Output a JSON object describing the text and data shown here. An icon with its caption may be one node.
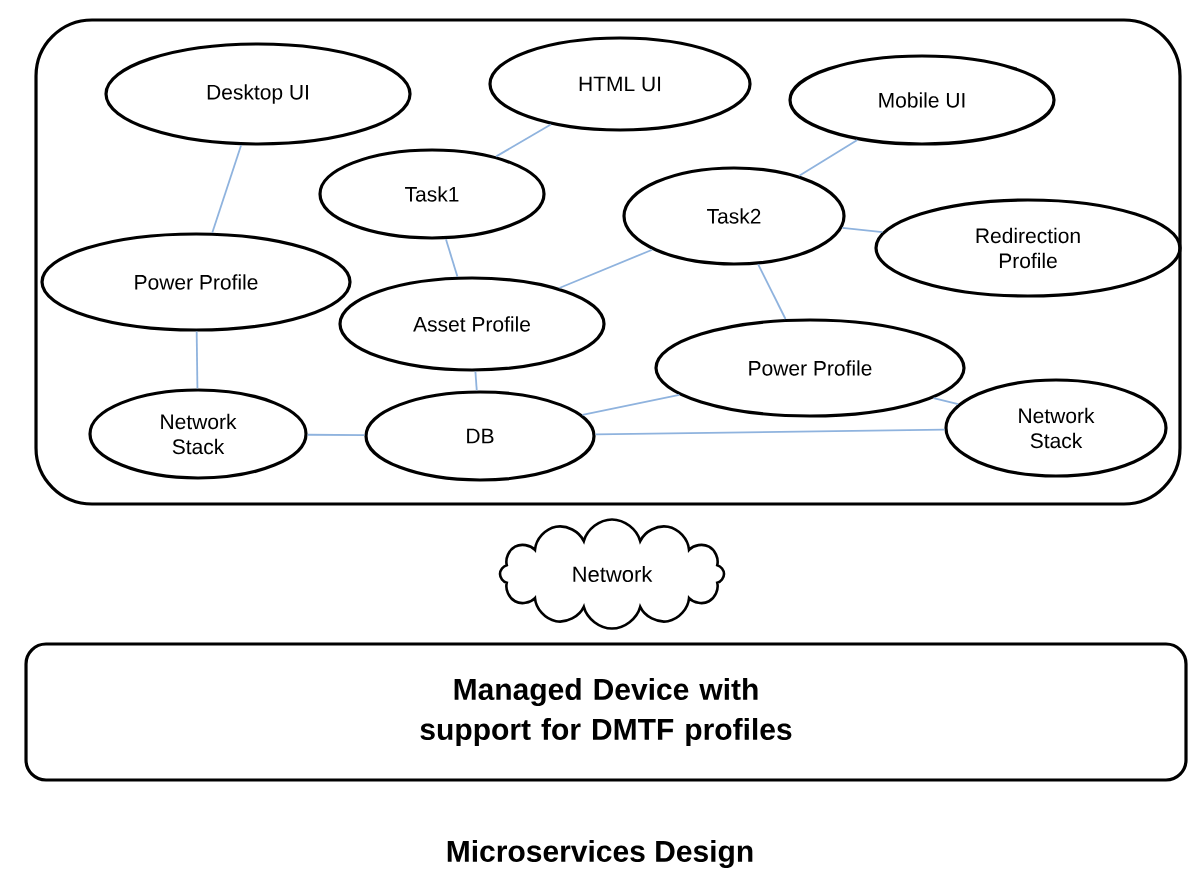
{
  "diagram": {
    "caption": "Microservices Design",
    "nodes": [
      {
        "text": [],
        "shape": "box"
      },
      {
        "text": [
          "Desktop UI"
        ],
        "in": 0
      },
      {
        "text": [
          "HTML UI"
        ],
        "in": 0
      },
      {
        "text": [
          "Mobile UI"
        ],
        "in": 0
      },
      {
        "text": [
          "Task1"
        ],
        "in": 0
      },
      {
        "text": [
          "Task2"
        ],
        "in": 0
      },
      {
        "text": [
          "Redirection Profile"
        ],
        "in": 0
      },
      {
        "text": [
          "Power Profile"
        ],
        "in": 0
      },
      {
        "text": [
          "Asset Profile"
        ],
        "in": 0
      },
      {
        "text": [
          "Power Profile"
        ],
        "in": 0
      },
      {
        "text": [
          "Network Stack"
        ],
        "in": 0
      },
      {
        "text": [
          "DB"
        ],
        "in": 0
      },
      {
        "text": [
          "Network Stack"
        ],
        "in": 0
      },
      {
        "text": [
          "Network"
        ]
      },
      {
        "text": [
          "Managed Device with support for DMTF profiles"
        ]
      }
    ],
    "edges": [
      {
        "from": 1,
        "to": 7,
        "arrow": "none"
      },
      {
        "from": 2,
        "to": 4,
        "arrow": "none"
      },
      {
        "from": 4,
        "to": 8,
        "arrow": "none"
      },
      {
        "from": 3,
        "to": 5,
        "arrow": "none"
      },
      {
        "from": 5,
        "to": 6,
        "arrow": "none"
      },
      {
        "from": 5,
        "to": 8,
        "arrow": "none"
      },
      {
        "from": 5,
        "to": 9,
        "arrow": "none"
      },
      {
        "from": 7,
        "to": 10,
        "arrow": "none"
      },
      {
        "from": 10,
        "to": 11,
        "arrow": "none"
      },
      {
        "from": 8,
        "to": 11,
        "arrow": "none"
      },
      {
        "from": 11,
        "to": 9,
        "arrow": "none"
      },
      {
        "from": 11,
        "to": 12,
        "arrow": "none"
      },
      {
        "from": 9,
        "to": 12,
        "arrow": "none"
      }
    ]
  }
}
